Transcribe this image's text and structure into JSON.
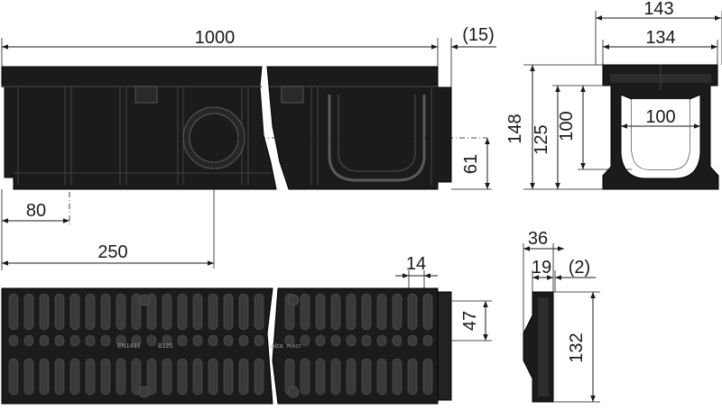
{
  "dimensions": {
    "length": "1000",
    "flange": "(15)",
    "outer_width": "143",
    "inner_top_width": "134",
    "inner_width": "100",
    "total_height": "148",
    "height_125": "125",
    "height_100": "100",
    "outlet_height": "61",
    "offset_80": "80",
    "offset_250": "250",
    "grate_slot": "14",
    "grate_end": "47",
    "grate_width": "36",
    "grate_thickness": "19",
    "grate_gap": "(2)",
    "grate_length": "132"
  },
  "grate_marking": {
    "standard": "EN1433",
    "load_class": "B125",
    "brand": "Alca",
    "brand_suffix": "PLAST"
  },
  "colors": {
    "body": "#1b1b1b",
    "lines": "#1a1a1a"
  }
}
